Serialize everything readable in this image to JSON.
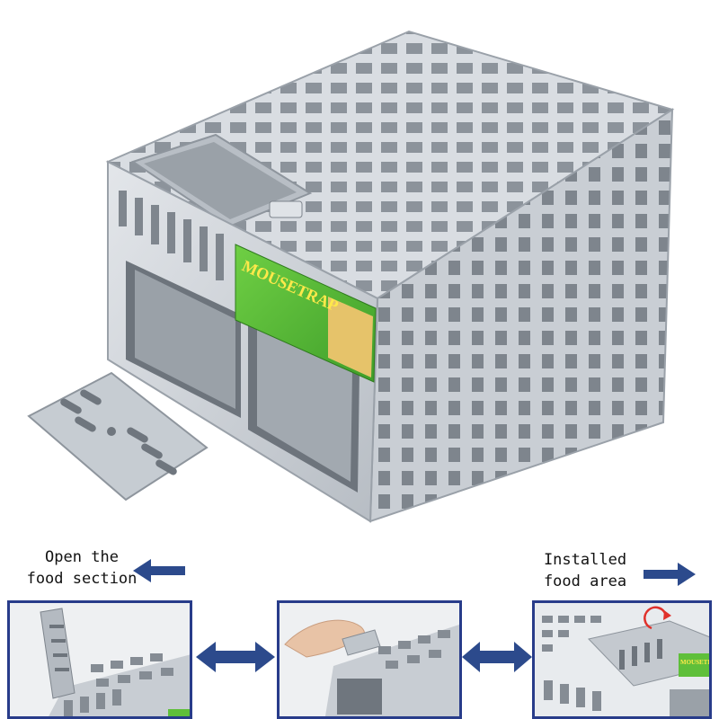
{
  "product": {
    "brand_label": "MOUSETRAP",
    "colors": {
      "label_green": "#5fbf3a",
      "steel": "#c8cdd3",
      "frame_blue": "#283c8a",
      "arrow_blue": "#2c4a8c"
    }
  },
  "steps": {
    "open_caption": "Open the\nfood section",
    "installed_caption": "Installed\nfood area",
    "icons": [
      "arrow-left-icon",
      "arrow-double-icon",
      "arrow-double-icon",
      "arrow-right-icon",
      "rotate-icon"
    ]
  },
  "thumbnails": {
    "panel3_brand": "MOUSETRAP"
  }
}
